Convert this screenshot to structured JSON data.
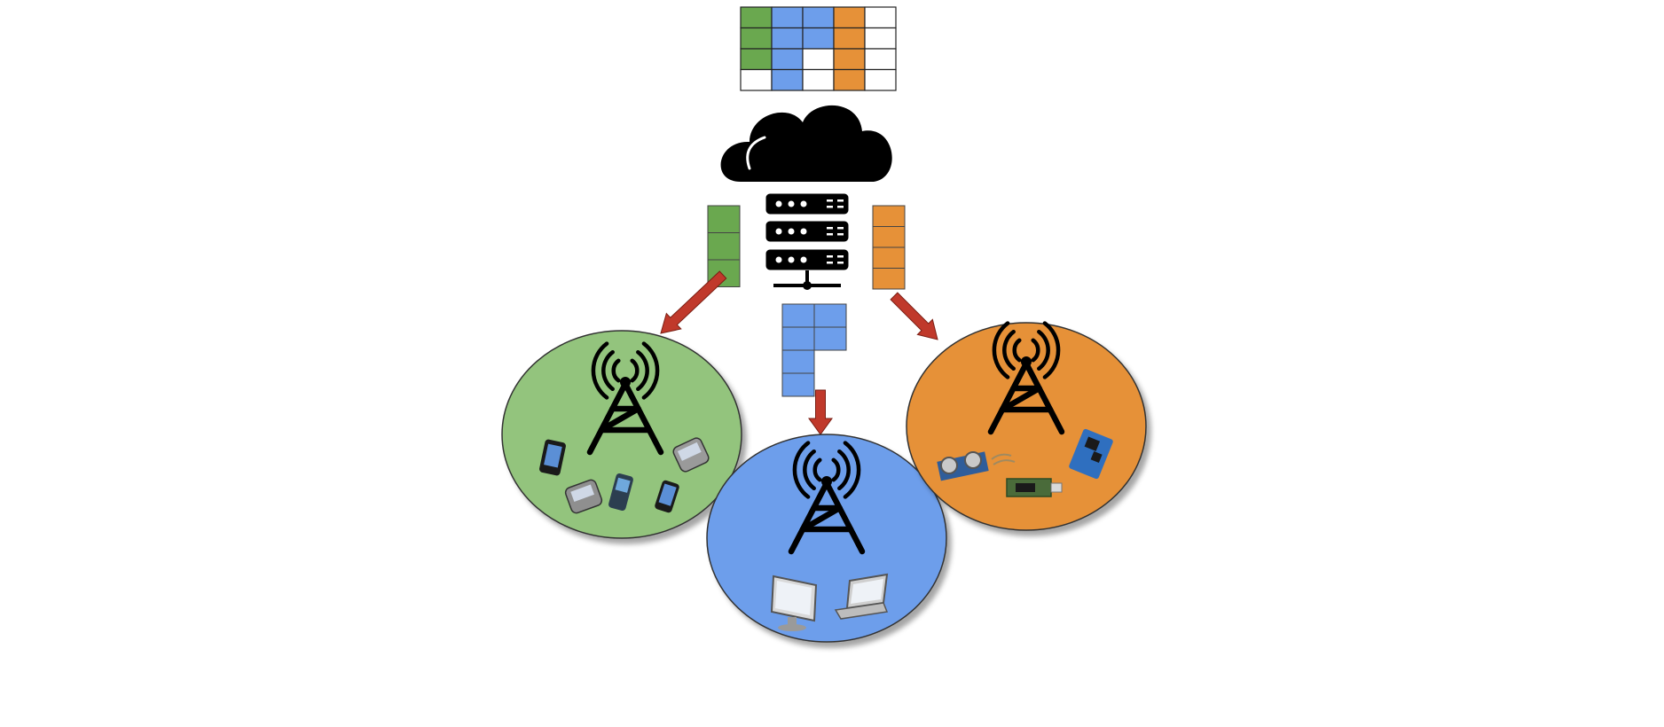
{
  "colors": {
    "green": "#6aa84f",
    "blue": "#6d9eeb",
    "orange": "#e69138",
    "empty": "#ffffff",
    "arrow": "#c0392b",
    "line": "#000000",
    "cell_border": "#222222",
    "circle_green": "#93c47d",
    "circle_blue": "#6d9eeb",
    "circle_orange": "#e69138"
  },
  "resource_grid": {
    "columns": 5,
    "rows": 4,
    "cells": [
      [
        "green",
        "blue",
        "blue",
        "orange",
        "empty"
      ],
      [
        "green",
        "blue",
        "blue",
        "orange",
        "empty"
      ],
      [
        "green",
        "blue",
        "empty",
        "orange",
        "empty"
      ],
      [
        "empty",
        "blue",
        "empty",
        "orange",
        "empty"
      ]
    ]
  },
  "allocations": [
    {
      "slice": "green",
      "cells": [
        [
          1
        ],
        [
          1
        ],
        [
          1
        ]
      ]
    },
    {
      "slice": "blue",
      "cells": [
        [
          1,
          1
        ],
        [
          1,
          1
        ],
        [
          1,
          0
        ],
        [
          1,
          0
        ]
      ]
    },
    {
      "slice": "orange",
      "cells": [
        [
          1
        ],
        [
          1
        ],
        [
          1
        ],
        [
          1
        ]
      ]
    }
  ],
  "cells_info": [
    {
      "slice": "green",
      "icons": [
        "smartphone-icon",
        "phone-icon",
        "phone-icon",
        "phone-icon",
        "phone-icon"
      ]
    },
    {
      "slice": "blue",
      "icons": [
        "desktop-icon",
        "laptop-icon"
      ]
    },
    {
      "slice": "orange",
      "icons": [
        "sensor-icon",
        "iot-board-icon",
        "relay-module-icon"
      ]
    }
  ]
}
